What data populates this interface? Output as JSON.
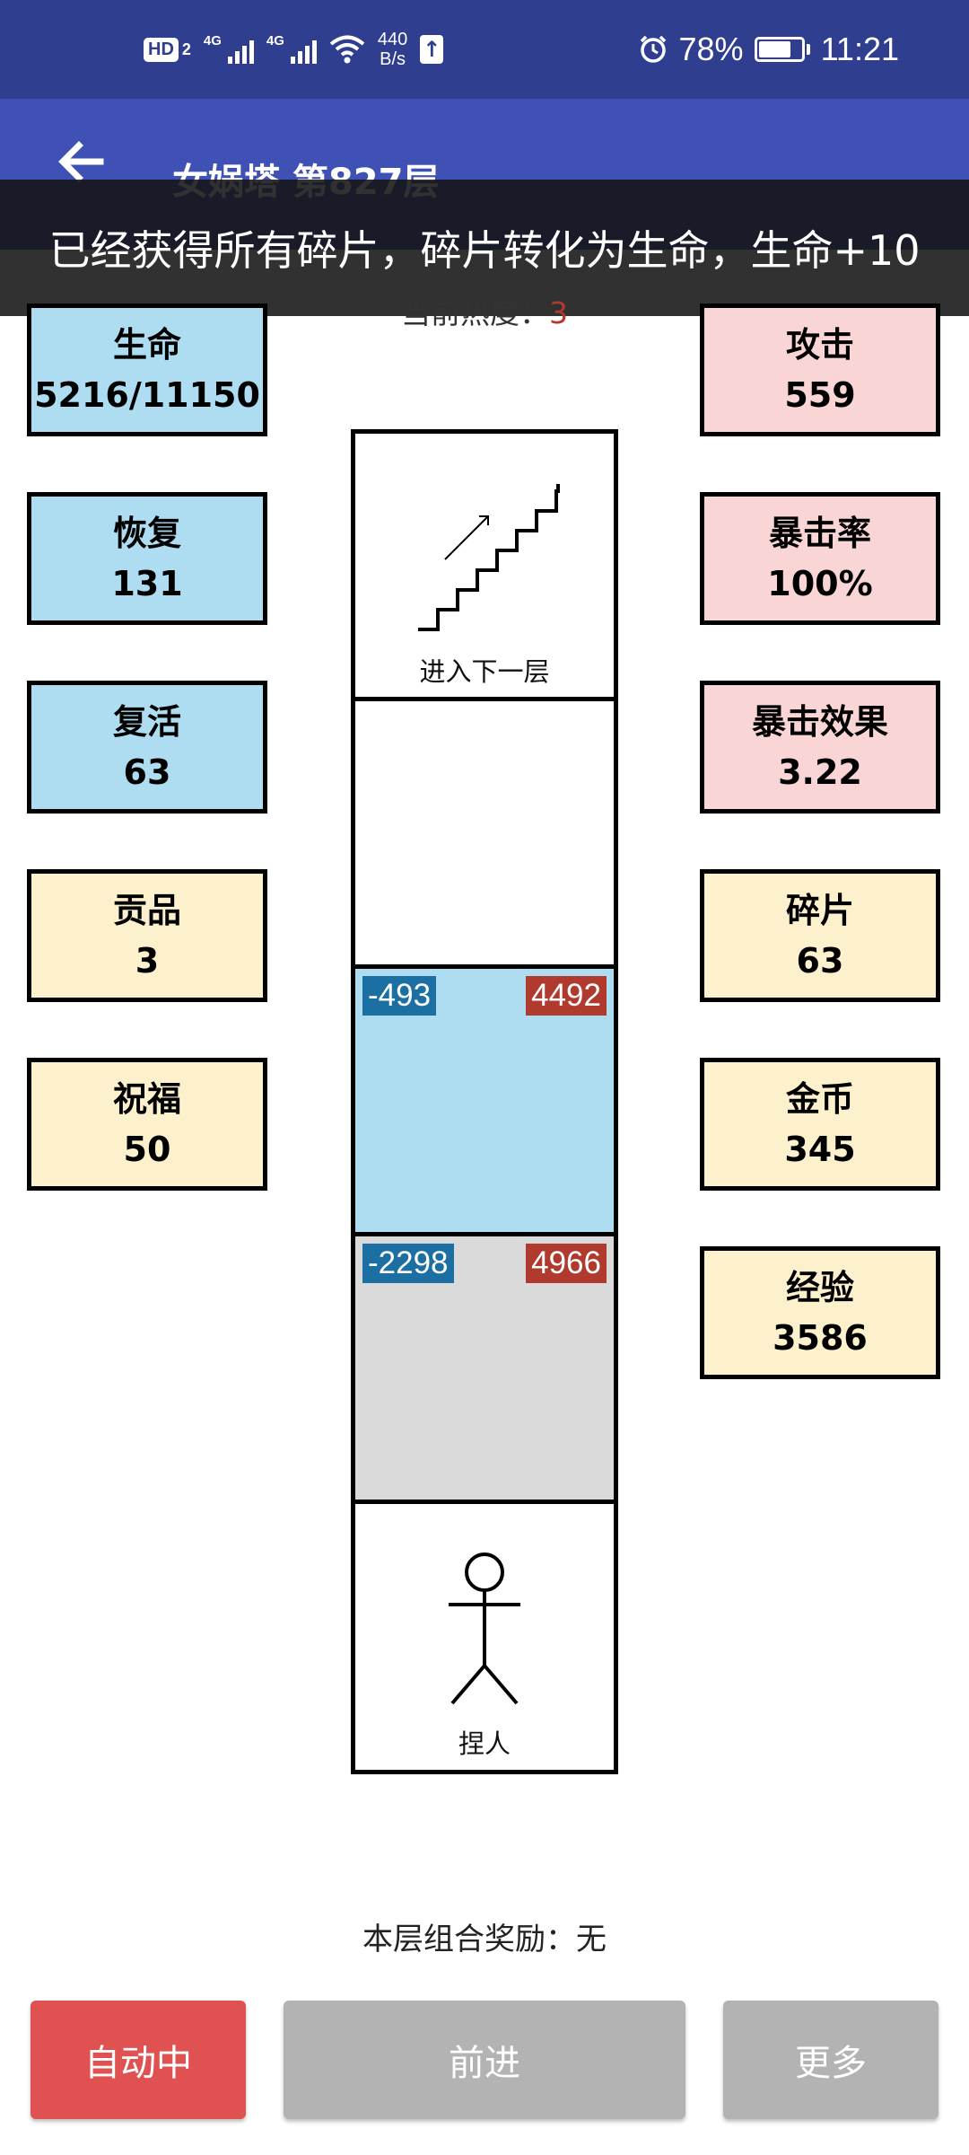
{
  "status_bar": {
    "hd_label": "HD",
    "sim_index": "2",
    "net1": "4G",
    "net2": "4G",
    "speed_value": "440",
    "speed_unit": "B/s",
    "battery_percent": "78%",
    "battery_level": 0.78,
    "time": "11:21",
    "icons": [
      "hd-icon",
      "signal-icon",
      "wifi-icon",
      "upload-icon",
      "alarm-icon",
      "battery-icon"
    ]
  },
  "app_bar": {
    "title": "女娲塔 第827层",
    "back_icon": "arrow-left-icon"
  },
  "toast": "已经获得所有碎片，碎片转化为生命，生命+10",
  "heat": {
    "label": "当前热度：",
    "value": "3"
  },
  "stats_left": [
    {
      "label": "生命",
      "value": "5216/11150",
      "color": "blue"
    },
    {
      "label": "恢复",
      "value": "131",
      "color": "blue"
    },
    {
      "label": "复活",
      "value": "63",
      "color": "blue"
    },
    {
      "label": "贡品",
      "value": "3",
      "color": "yellow"
    },
    {
      "label": "祝福",
      "value": "50",
      "color": "yellow"
    }
  ],
  "stats_right": [
    {
      "label": "攻击",
      "value": "559",
      "color": "pink"
    },
    {
      "label": "暴击率",
      "value": "100%",
      "color": "pink"
    },
    {
      "label": "暴击效果",
      "value": "3.22",
      "color": "pink"
    },
    {
      "label": "碎片",
      "value": "63",
      "color": "yellow"
    },
    {
      "label": "金币",
      "value": "345",
      "color": "yellow"
    },
    {
      "label": "经验",
      "value": "3586",
      "color": "yellow"
    }
  ],
  "tower": {
    "stairs_label": "进入下一层",
    "enemy1": {
      "left": "-493",
      "right": "4492",
      "bg": "#aedcf0"
    },
    "enemy2": {
      "left": "-2298",
      "right": "4966",
      "bg": "#dadada"
    },
    "player_label": "捏人"
  },
  "combo_reward": "本层组合奖励：无",
  "buttons": {
    "auto": "自动中",
    "forward": "前进",
    "more": "更多"
  },
  "colors": {
    "status_bar": "#2f3e8f",
    "app_bar": "#3f51b5",
    "auto_button": "#e05252",
    "disabled_button": "#b3b3b3"
  }
}
